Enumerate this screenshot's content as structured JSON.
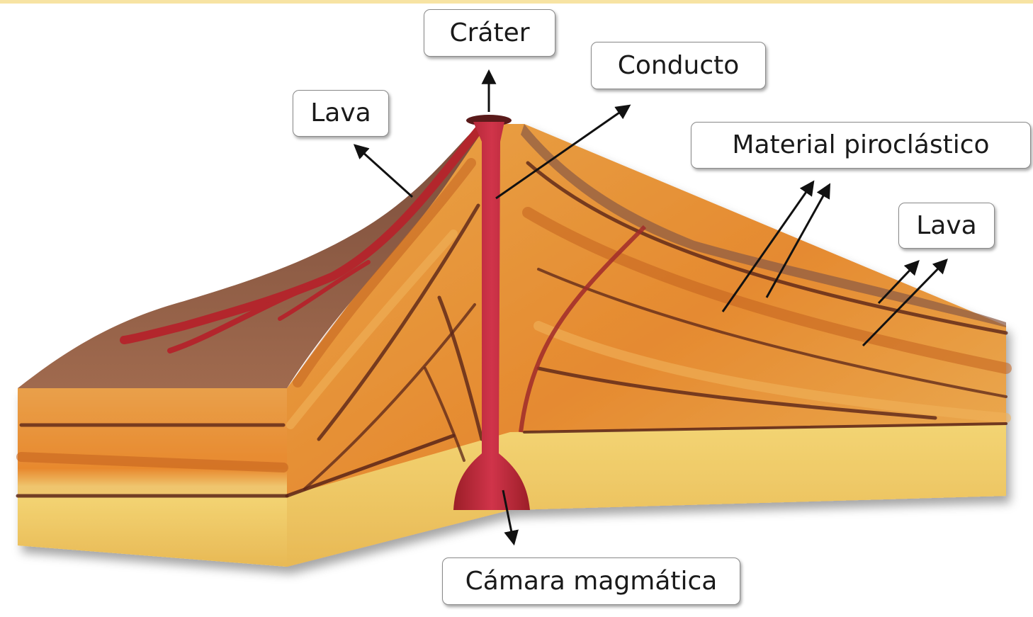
{
  "labels": {
    "crater": "Cráter",
    "conducto": "Conducto",
    "lava_left": "Lava",
    "material_piroclastico": "Material piroclástico",
    "lava_right": "Lava",
    "camara_magmatica": "Cámara magmática"
  },
  "colors": {
    "top_band": "#f7e3a3",
    "lava": "#b3262c",
    "ash_surface": "#8a5a45",
    "layer_orange": "#e8892e",
    "layer_sand": "#e9c06a",
    "base_yellow": "#f0cf5e",
    "dark_band": "#5a2418",
    "arrow": "#111111"
  }
}
